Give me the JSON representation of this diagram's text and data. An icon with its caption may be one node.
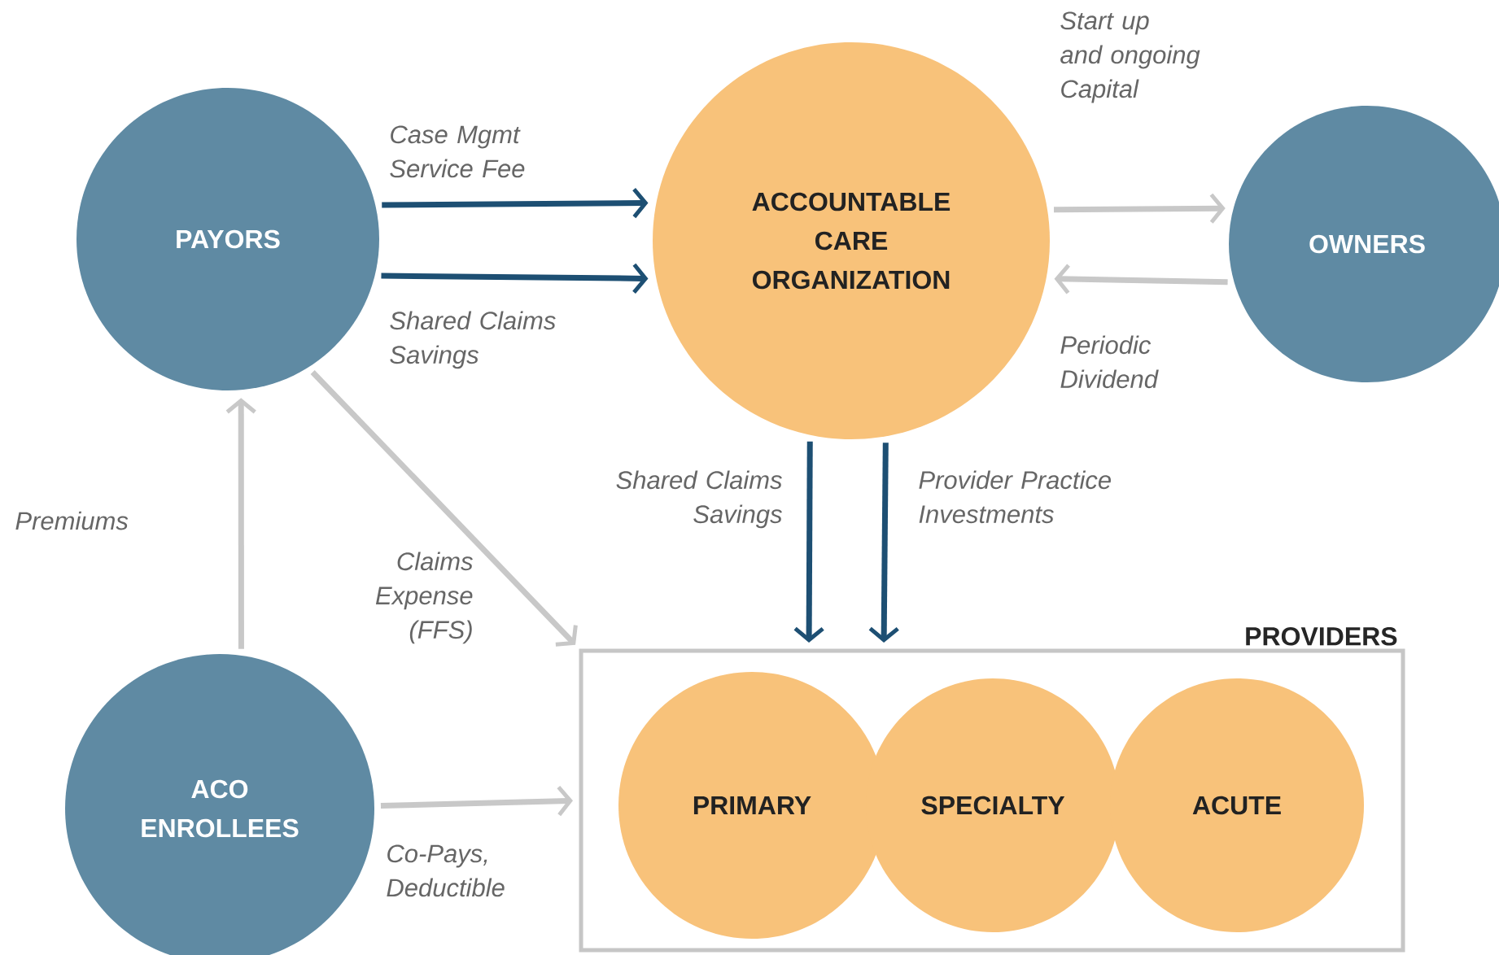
{
  "diagram": {
    "nodes": [
      {
        "text": [
          "PAYORS"
        ]
      },
      {
        "text": [
          "ACCOUNTABLE CARE ORGANIZATION"
        ]
      },
      {
        "text": [
          "OWNERS"
        ]
      },
      {
        "text": [
          "ACO ENROLLEES"
        ]
      },
      {
        "text": [
          "PROVIDERS"
        ]
      },
      {
        "text": [
          "PRIMARY"
        ],
        "in": 4
      },
      {
        "text": [
          "SPECIALTY"
        ],
        "in": 4
      },
      {
        "text": [
          "ACUTE"
        ],
        "in": 4
      }
    ],
    "edges": [
      {
        "from": 0,
        "to": 1,
        "arrow": "to",
        "label": "Case Mgmt Service Fee",
        "color": "#1d4f73"
      },
      {
        "from": 0,
        "to": 1,
        "arrow": "to",
        "label": "Shared Claims Savings",
        "color": "#1d4f73"
      },
      {
        "from": 1,
        "to": 2,
        "arrow": "to",
        "label": "Start up and ongoing Capital"
      },
      {
        "from": 2,
        "to": 1,
        "arrow": "to",
        "label": "Periodic Dividend"
      },
      {
        "from": 1,
        "to": 4,
        "arrow": "to",
        "label": "Shared Claims Savings",
        "color": "#1d4f73"
      },
      {
        "from": 1,
        "to": 4,
        "arrow": "to",
        "label": "Provider Practice Investments",
        "color": "#1d4f73"
      },
      {
        "from": 3,
        "to": 0,
        "arrow": "to",
        "label": "Premiums"
      },
      {
        "from": 0,
        "to": 4,
        "arrow": "to",
        "label": "Claims Expense (FFS)"
      },
      {
        "from": 3,
        "to": 4,
        "arrow": "to",
        "label": "Co-Pays, Deductible"
      }
    ]
  }
}
